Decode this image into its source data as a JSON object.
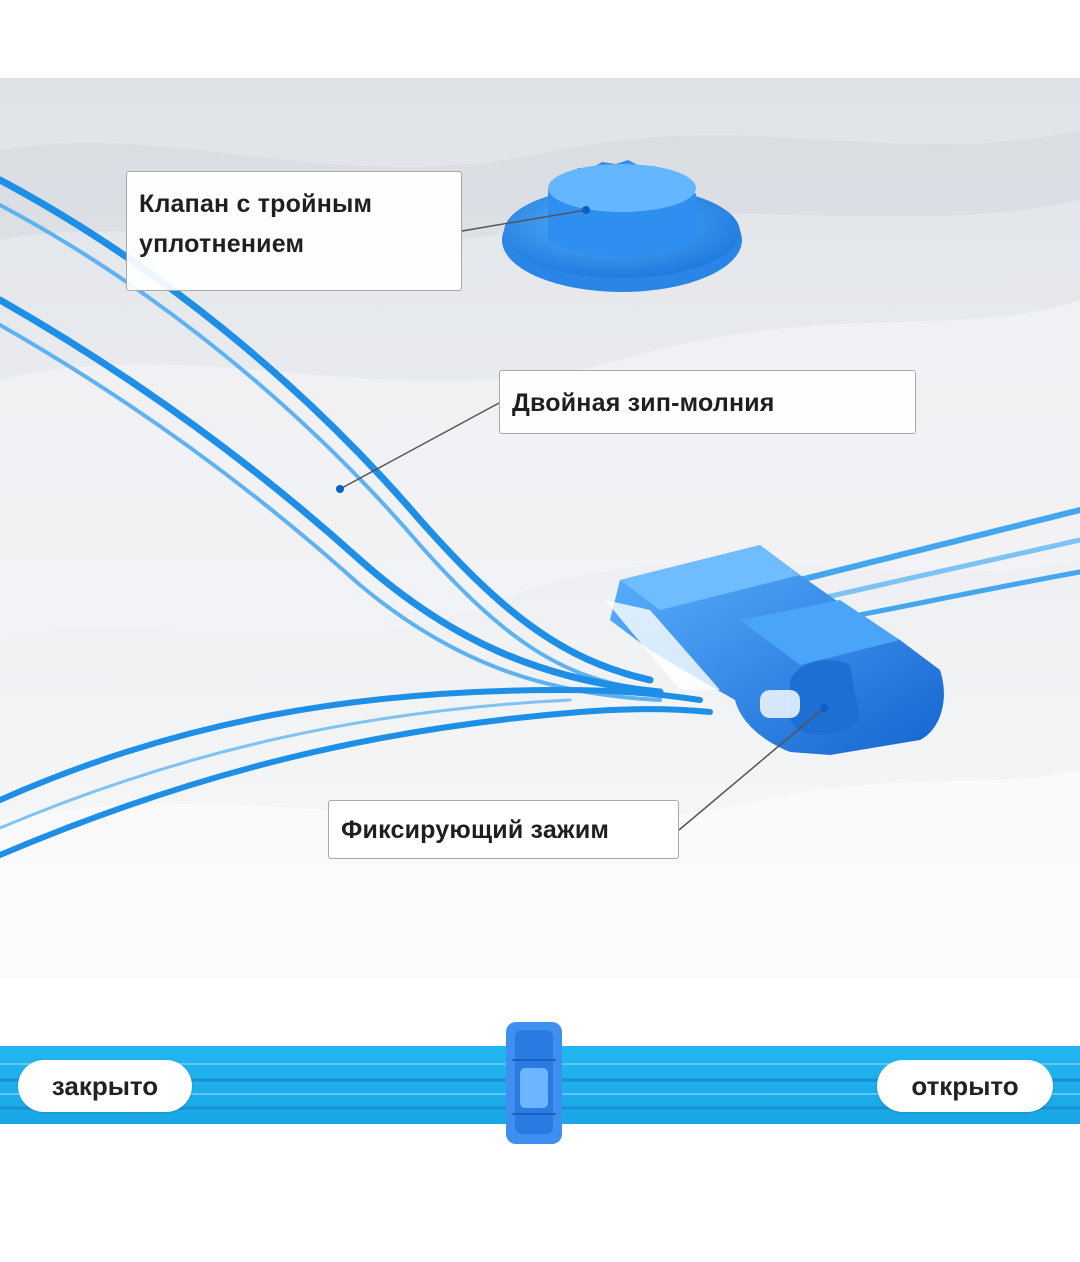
{
  "labels": {
    "valve": [
      "Клапан с тройным",
      "уплотнением"
    ],
    "zipper": "Двойная зип-молния",
    "clamp": "Фиксирующий зажим"
  },
  "states": {
    "closed": "закрыто",
    "open": "открыто"
  },
  "colors": {
    "accent_blue": "#1e8fe6",
    "strip_blue": "#1db5ee",
    "film_gray": "#e6e8ec"
  },
  "icons": [
    "valve-cap-icon",
    "zipper-clamp-icon"
  ]
}
